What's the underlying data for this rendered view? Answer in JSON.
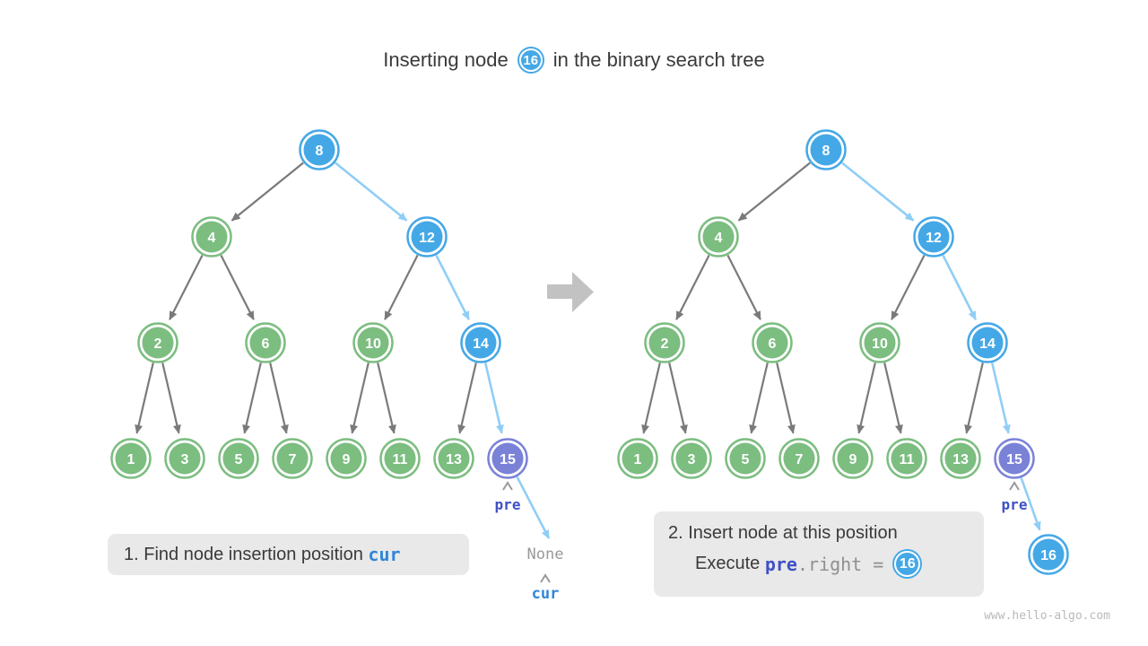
{
  "title": {
    "prefix": "Inserting node",
    "node_value": "16",
    "suffix": "in the binary search tree"
  },
  "watermark": "www.hello-algo.com",
  "colors": {
    "node_green": "#7CBD80",
    "node_blue": "#45A8E6",
    "node_purple": "#7A82D8",
    "edge_gray": "#7A7A7A",
    "edge_blue": "#90CEF6",
    "label_indigo": "#3F51C5",
    "label_blue": "#2E86D8",
    "muted_gray": "#9A9A9A",
    "caption_bg": "#E9E9E9",
    "big_arrow_gray": "#C2C2C2",
    "text_dark": "#3A3A3A"
  },
  "captions": {
    "step1": {
      "text": "1. Find node insertion position ",
      "keyword": "cur"
    },
    "step2": {
      "line1": "2. Insert node at this position",
      "line2_prefix": "Execute ",
      "code_keyword": "pre",
      "code_rest": ".right = ",
      "node_value": "16"
    }
  },
  "trees": [
    {
      "id": "left",
      "levels": [
        [
          8
        ],
        [
          4,
          12
        ],
        [
          2,
          6,
          10,
          14
        ],
        [
          1,
          3,
          5,
          7,
          9,
          11,
          13,
          15
        ]
      ],
      "blue_nodes": [
        8,
        12,
        14
      ],
      "purple_nodes": [
        15
      ],
      "blue_edges": [
        [
          8,
          12
        ],
        [
          12,
          14
        ],
        [
          14,
          15
        ]
      ],
      "pre_label": {
        "node": 15,
        "text": "pre"
      },
      "tail": {
        "from": 15,
        "none_text": "None",
        "cur_text": "cur"
      }
    },
    {
      "id": "right",
      "levels": [
        [
          8
        ],
        [
          4,
          12
        ],
        [
          2,
          6,
          10,
          14
        ],
        [
          1,
          3,
          5,
          7,
          9,
          11,
          13,
          15
        ]
      ],
      "blue_nodes": [
        8,
        12,
        14,
        16
      ],
      "purple_nodes": [
        15
      ],
      "blue_edges": [
        [
          8,
          12
        ],
        [
          12,
          14
        ],
        [
          14,
          15
        ],
        [
          15,
          16
        ]
      ],
      "pre_label": {
        "node": 15,
        "text": "pre"
      },
      "extra_node": {
        "value": 16,
        "parent": 15
      }
    }
  ]
}
